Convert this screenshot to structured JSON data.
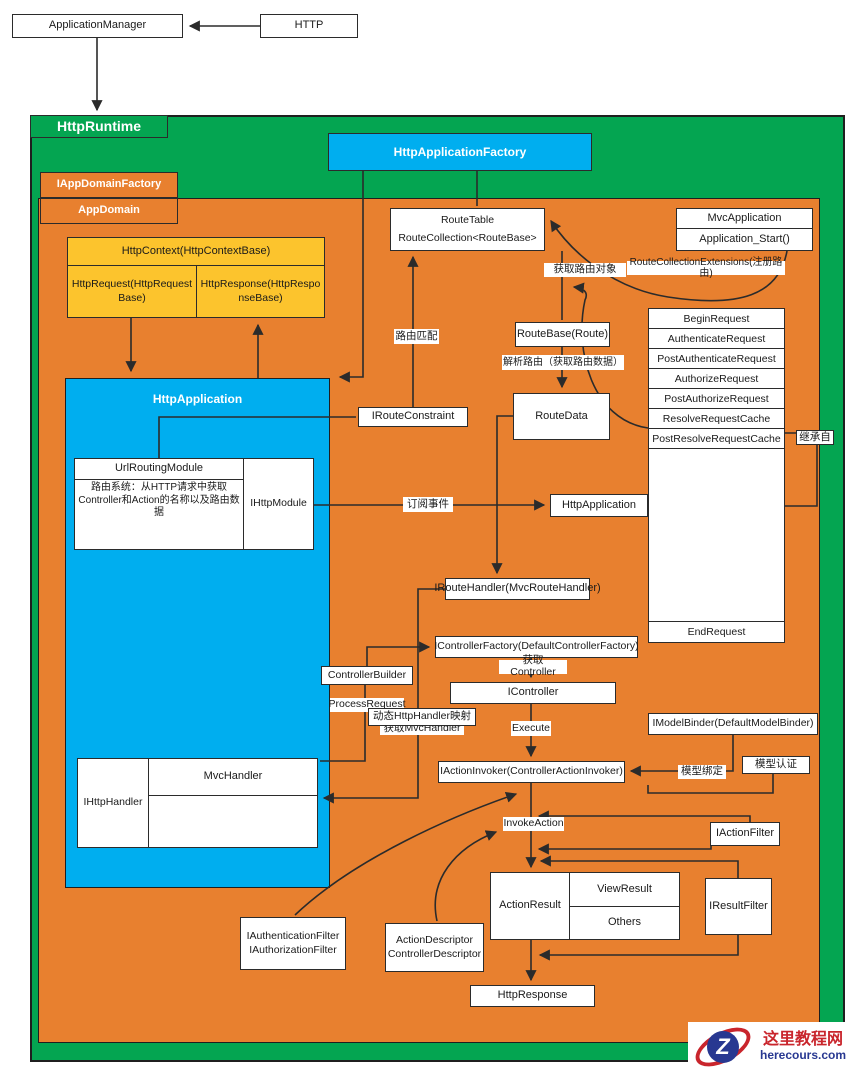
{
  "top": {
    "application_manager": "ApplicationManager",
    "http": "HTTP"
  },
  "runtime": {
    "title": "HttpRuntime",
    "factory": "HttpApplicationFactory",
    "iappdomain_factory": "IAppDomainFactory",
    "appdomain": "AppDomain"
  },
  "route": {
    "route_table": "RouteTable",
    "route_collection": "RouteCollection<RouteBase>",
    "mvc_application": "MvcApplication",
    "application_start": "Application_Start()",
    "register_routes": "RouteCollectionExtensions(注册路由)",
    "get_route_object": "获取路由对象",
    "route_base": "RouteBase(Route)",
    "parse_route": "解析路由（获取路由数据）",
    "route_data": "RouteData",
    "route_match": "路由匹配",
    "iroute_constraint": "IRouteConstraint",
    "inherit_from": "继承自"
  },
  "events": {
    "items": [
      "BeginRequest",
      "AuthenticateRequest",
      "PostAuthenticateRequest",
      "AuthorizeRequest",
      "PostAuthorizeRequest",
      "ResolveRequestCache",
      "PostResolveRequestCache"
    ],
    "end": "EndRequest"
  },
  "context": {
    "http_context": "HttpContext(HttpContextBase)",
    "http_request": "HttpRequest(HttpRequestBase)",
    "http_response": "HttpResponse(HttpResponseBase)"
  },
  "application": {
    "title": "HttpApplication",
    "url_routing_module": "UrlRoutingModule",
    "routing_note": "路由系统：从HTTP请求中获取Controller和Action的名称以及路由数据",
    "ihttp_module": "IHttpModule",
    "subscribe_events": "订阅事件",
    "instance": "HttpApplication",
    "ihttp_handler": "IHttpHandler",
    "mvc_handler": "MvcHandler"
  },
  "pipeline": {
    "iroute_handler": "IRouteHandler(MvcRouteHandler)",
    "icontroller_factory": "IControllerFactory(DefaultControllerFactory)",
    "get_controller": "获取Controller",
    "icontroller": "IController",
    "execute": "Execute",
    "controller_builder": "ControllerBuilder",
    "process_request": "ProcessRequest",
    "dynamic_handler_mapping": "动态HttpHandler映射",
    "get_mvc_handler": "获取MvcHandler",
    "imodel_binder": "IModelBinder(DefaultModelBinder)",
    "model_validation": "模型认证",
    "model_binding": "模型绑定",
    "iaction_invoker": "IActionInvoker(ControllerActionInvoker)",
    "invoke_action": "InvokeAction",
    "iaction_filter": "IActionFilter",
    "action_result": "ActionResult",
    "view_result": "ViewResult",
    "others": "Others",
    "iresult_filter": "IResultFilter",
    "iauthentication_filter": "IAuthenticationFilter",
    "iauthorization_filter": "IAuthorizationFilter",
    "action_descriptor": "ActionDescriptor",
    "controller_descriptor": "ControllerDescriptor",
    "http_response": "HttpResponse"
  },
  "logo": {
    "glyph": "Z",
    "site_name": "这里教程网",
    "site_domain": "herecours.com"
  },
  "colors": {
    "green": "#04A551",
    "orange": "#E8802F",
    "blue": "#00AEEF",
    "yellow": "#FCC42D",
    "line": "#2b2b2b"
  }
}
